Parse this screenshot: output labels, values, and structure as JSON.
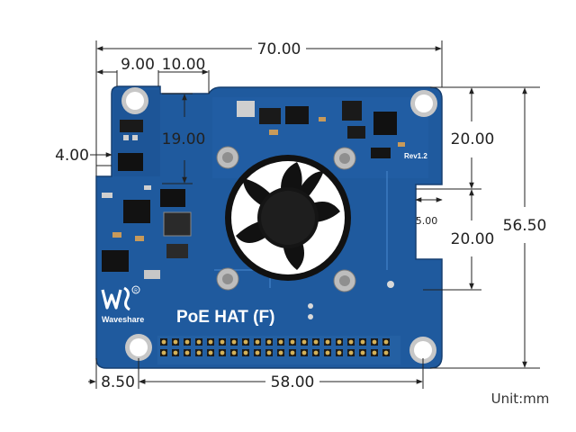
{
  "board": {
    "title": "PoE HAT (F)",
    "brand": "Waveshare",
    "revision": "Rev1.2",
    "pcb_color": "#1f5a9e",
    "fan_color": "#111111"
  },
  "dimensions": {
    "overall_width": "70.00",
    "tab_left": "9.00",
    "tab_right": "10.00",
    "tab_height": "19.00",
    "tab_offset": "4.00",
    "hole_spacing_upper": "20.00",
    "hole_spacing_lower": "20.00",
    "notch_depth": "5.00",
    "overall_height": "56.50",
    "hole_offset_left": "8.50",
    "hole_spacing_horizontal": "58.00"
  },
  "unit_label": "Unit:mm",
  "icons": {
    "logo": "waveshare-logo-icon",
    "fan": "cooling-fan-icon"
  }
}
